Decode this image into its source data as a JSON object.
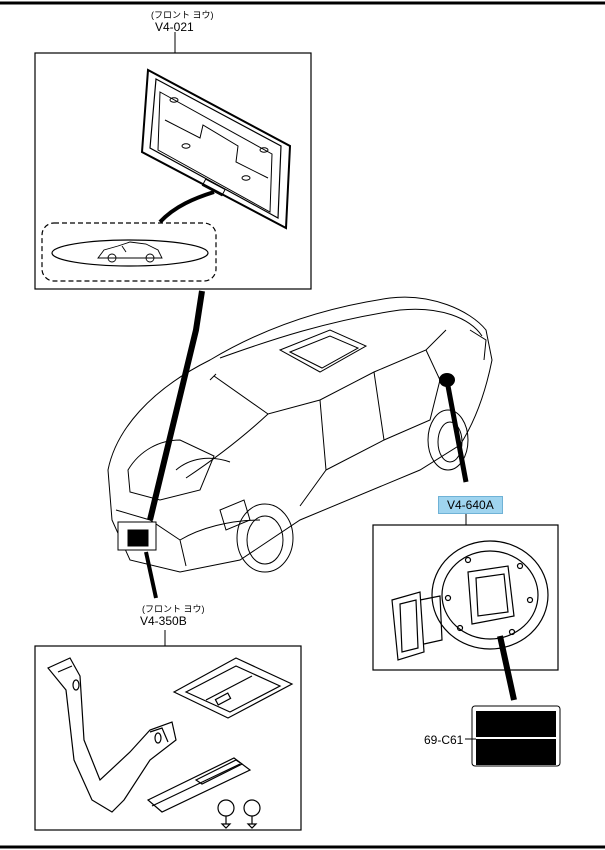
{
  "labels": {
    "front_plate_sub": "(フロント ヨウ)",
    "front_plate_code": "V4-021",
    "rear_parts_sub": "(フロント ヨウ)",
    "rear_parts_code": "V4-350B",
    "fuel_lid_code": "V4-640A",
    "badge_code": "69-C61"
  },
  "colors": {
    "highlight": "#9fd4ef",
    "line": "#000000",
    "background": "#ffffff"
  }
}
